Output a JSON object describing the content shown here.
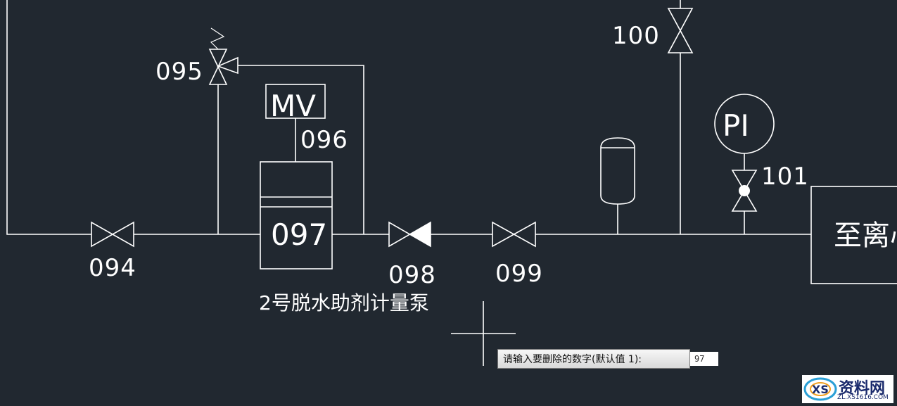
{
  "drawing": {
    "valve_tags": [
      "094",
      "095",
      "096",
      "097",
      "098",
      "099",
      "100",
      "101"
    ],
    "mv_label": "MV",
    "pi_label": "PI",
    "pump_caption": "2号脱水助剂计量泵",
    "destination_box_text": "至离心"
  },
  "command": {
    "prompt": "请输入要删除的数字(默认值 1):",
    "value": "97"
  },
  "watermark": {
    "brand": "资料网",
    "url": "ZL.XS1616.COM"
  },
  "colors": {
    "canvas_background": "#212830",
    "line": "#ffffff"
  }
}
